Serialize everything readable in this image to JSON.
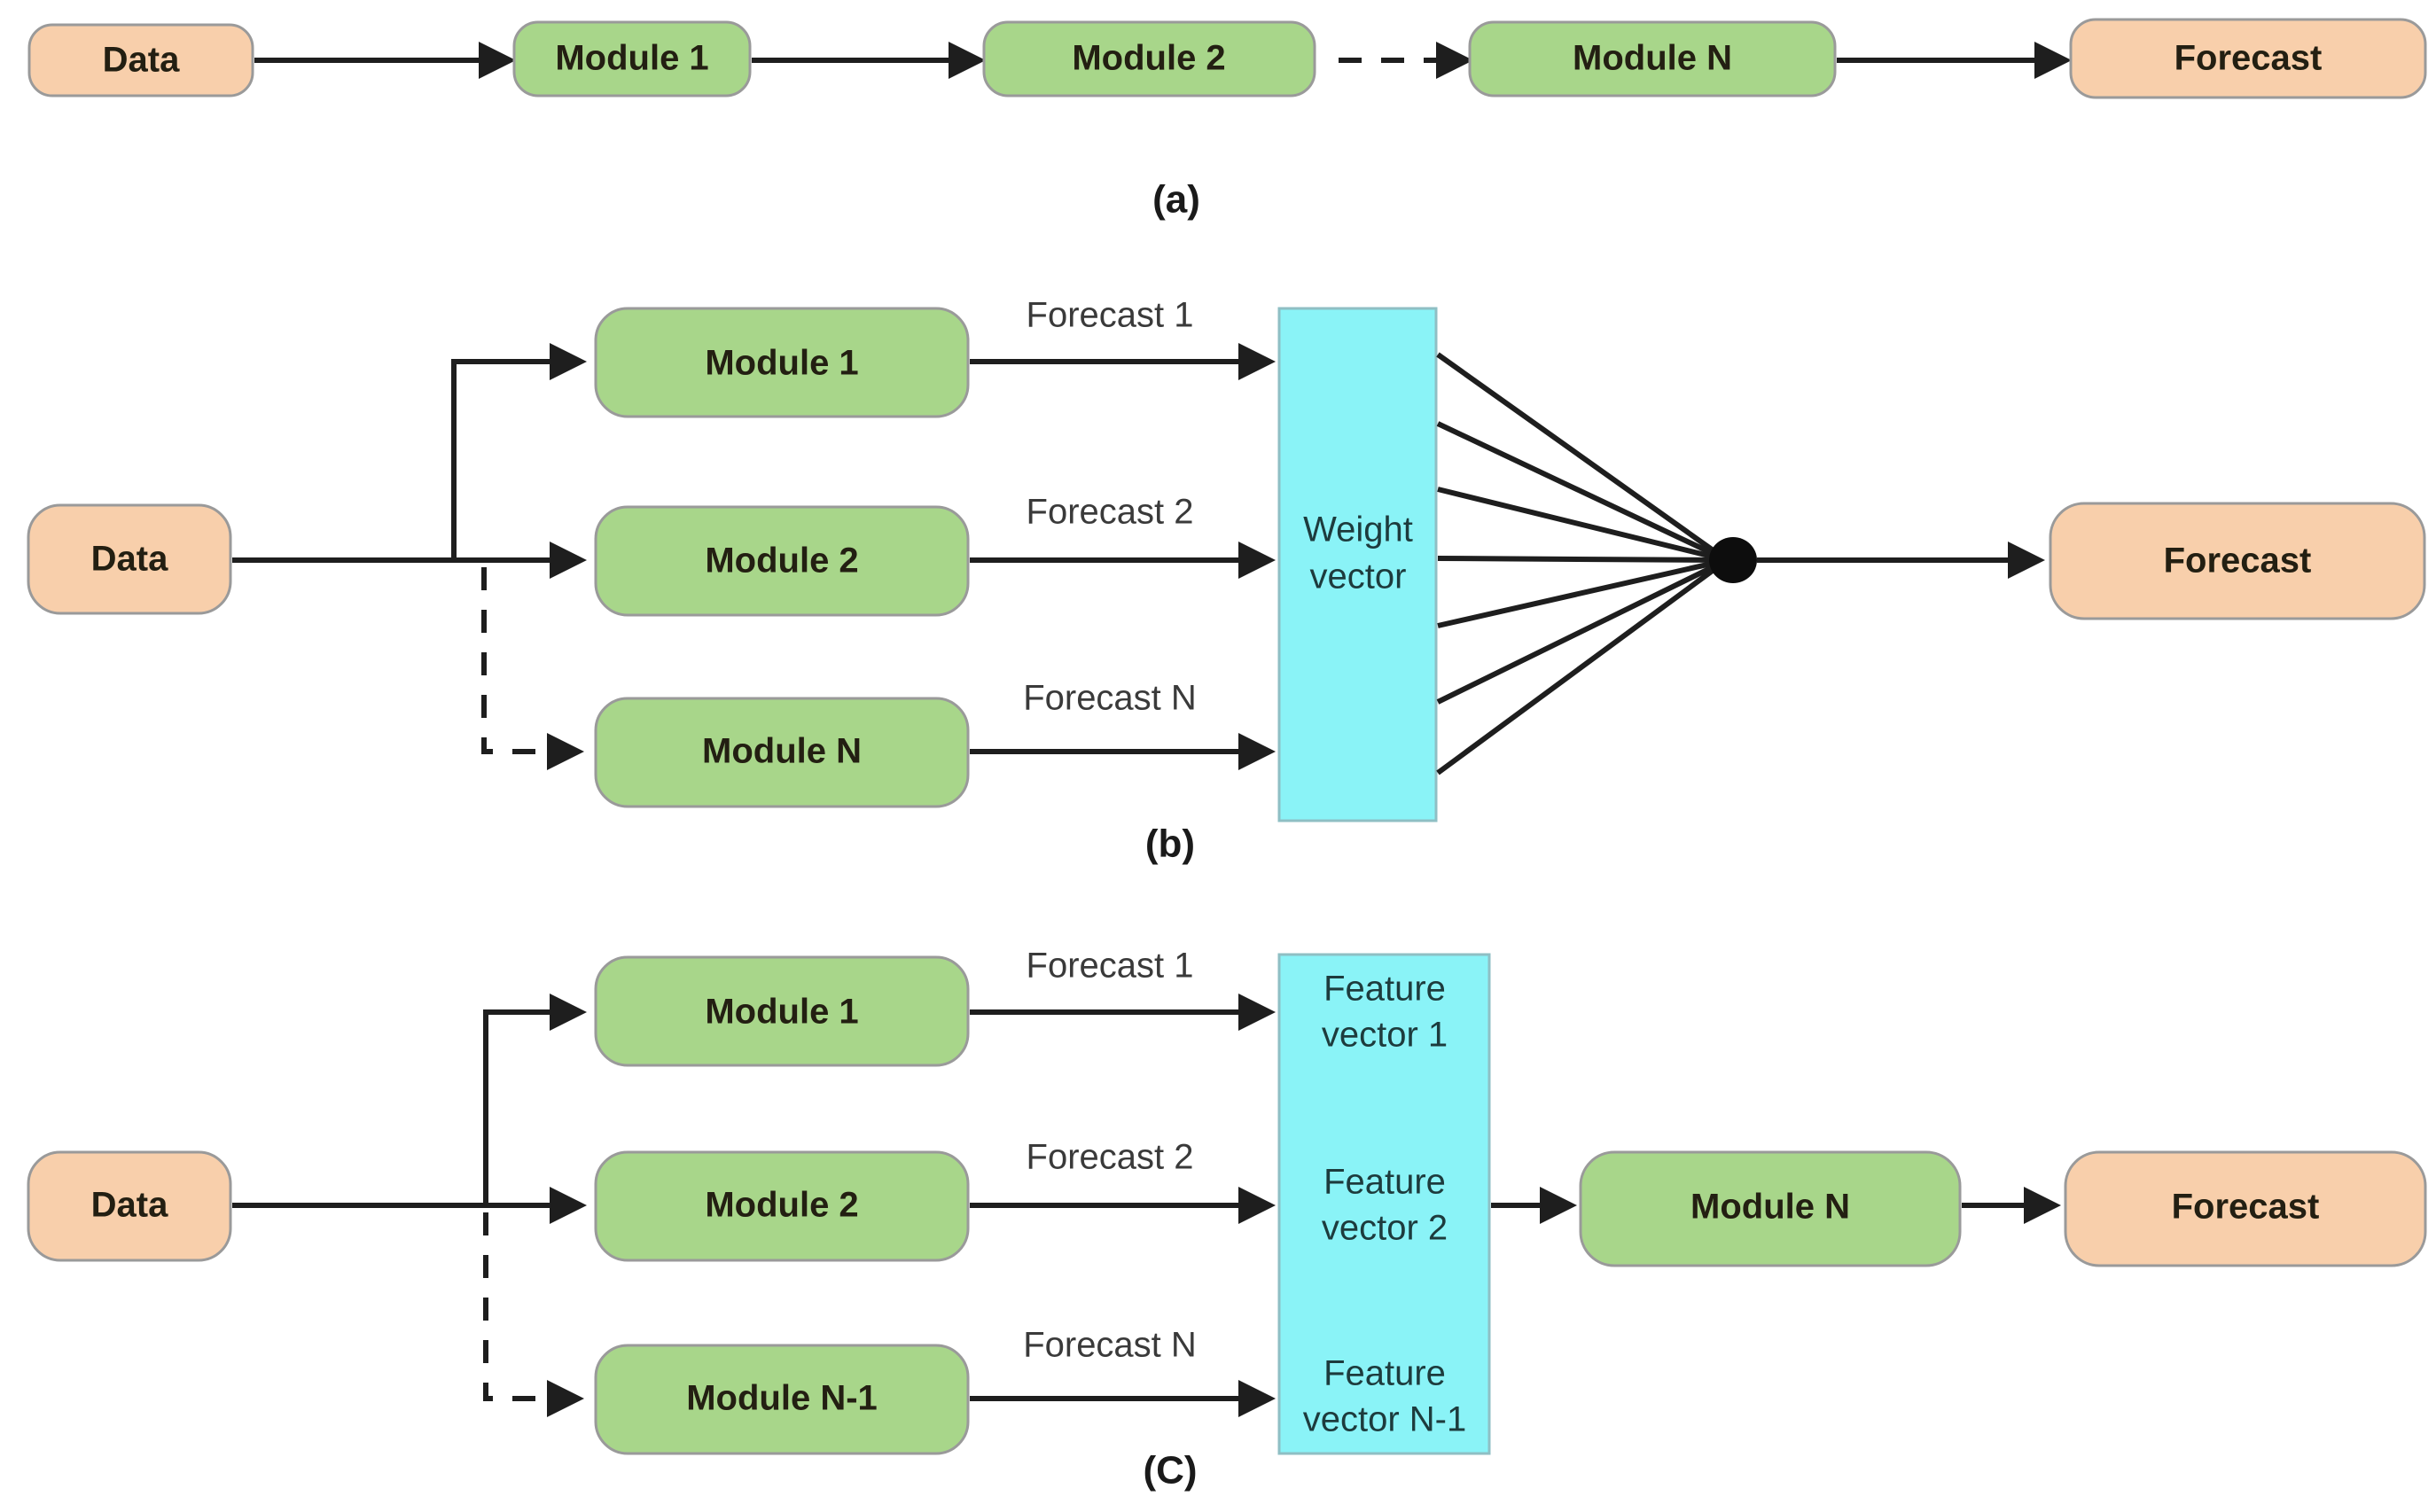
{
  "figure": {
    "background_color": "#ffffff",
    "colors": {
      "data_node": "#f8cfab",
      "forecast_node": "#f8cfab",
      "module_node": "#a8d68a",
      "vector_box": "#8af3f7",
      "edge": "#1e1e1e",
      "node_border": "#9a9a9a",
      "vector_text": "#1d3b3d"
    }
  },
  "panels": [
    {
      "id": "a",
      "label": "(a)",
      "description": "sequential pipeline",
      "nodes": [
        {
          "name": "data",
          "label": "Data",
          "type": "data"
        },
        {
          "name": "module-1",
          "label": "Module 1",
          "type": "module"
        },
        {
          "name": "module-2",
          "label": "Module 2",
          "type": "module"
        },
        {
          "name": "module-n",
          "label": "Module N",
          "type": "module"
        },
        {
          "name": "forecast",
          "label": "Forecast",
          "type": "forecast"
        }
      ],
      "edges": [
        {
          "from": "data",
          "to": "module-1",
          "style": "solid"
        },
        {
          "from": "module-1",
          "to": "module-2",
          "style": "solid"
        },
        {
          "from": "module-2",
          "to": "module-n",
          "style": "dashed"
        },
        {
          "from": "module-n",
          "to": "forecast",
          "style": "solid"
        }
      ]
    },
    {
      "id": "b",
      "label": "(b)",
      "description": "parallel modules combined by weight vector",
      "nodes": [
        {
          "name": "data",
          "label": "Data",
          "type": "data"
        },
        {
          "name": "module-1",
          "label": "Module 1",
          "type": "module"
        },
        {
          "name": "module-2",
          "label": "Module 2",
          "type": "module"
        },
        {
          "name": "module-n",
          "label": "Module N",
          "type": "module"
        },
        {
          "name": "weight-vector",
          "label_line_1": "Weight",
          "label_line_2": "vector",
          "type": "vector"
        },
        {
          "name": "sum-node",
          "label": "",
          "type": "dot"
        },
        {
          "name": "forecast",
          "label": "Forecast",
          "type": "forecast"
        }
      ],
      "edge_labels": [
        "Forecast 1",
        "Forecast 2",
        "Forecast N"
      ],
      "edges": [
        {
          "from": "data",
          "to": "module-1",
          "style": "solid"
        },
        {
          "from": "data",
          "to": "module-2",
          "style": "solid"
        },
        {
          "from": "data",
          "to": "module-n",
          "style": "dashed"
        },
        {
          "from": "module-1",
          "to": "weight-vector",
          "style": "solid",
          "label": "Forecast 1"
        },
        {
          "from": "module-2",
          "to": "weight-vector",
          "style": "solid",
          "label": "Forecast 2"
        },
        {
          "from": "module-n",
          "to": "weight-vector",
          "style": "solid",
          "label": "Forecast N"
        },
        {
          "from": "weight-vector",
          "to": "sum-node",
          "style": "fan",
          "count": 7
        },
        {
          "from": "sum-node",
          "to": "forecast",
          "style": "solid"
        }
      ]
    },
    {
      "id": "c",
      "label": "(C)",
      "description": "parallel modules stacked into feature vector then final module",
      "nodes": [
        {
          "name": "data",
          "label": "Data",
          "type": "data"
        },
        {
          "name": "module-1",
          "label": "Module 1",
          "type": "module"
        },
        {
          "name": "module-2",
          "label": "Module 2",
          "type": "module"
        },
        {
          "name": "module-n-minus-1",
          "label": "Module N-1",
          "type": "module"
        },
        {
          "name": "feature-vector",
          "type": "vector",
          "segments": [
            {
              "line_1": "Feature",
              "line_2": "vector 1"
            },
            {
              "line_1": "Feature",
              "line_2": "vector 2"
            },
            {
              "line_1": "Feature",
              "line_2": "vector N-1"
            }
          ]
        },
        {
          "name": "module-n",
          "label": "Module N",
          "type": "module"
        },
        {
          "name": "forecast",
          "label": "Forecast",
          "type": "forecast"
        }
      ],
      "edge_labels": [
        "Forecast 1",
        "Forecast 2",
        "Forecast N"
      ],
      "edges": [
        {
          "from": "data",
          "to": "module-1",
          "style": "solid"
        },
        {
          "from": "data",
          "to": "module-2",
          "style": "solid"
        },
        {
          "from": "data",
          "to": "module-n-minus-1",
          "style": "dashed"
        },
        {
          "from": "module-1",
          "to": "feature-vector",
          "style": "solid",
          "label": "Forecast 1"
        },
        {
          "from": "module-2",
          "to": "feature-vector",
          "style": "solid",
          "label": "Forecast 2"
        },
        {
          "from": "module-n-minus-1",
          "to": "feature-vector",
          "style": "solid",
          "label": "Forecast N"
        },
        {
          "from": "feature-vector",
          "to": "module-n",
          "style": "solid"
        },
        {
          "from": "module-n",
          "to": "forecast",
          "style": "solid"
        }
      ]
    }
  ]
}
